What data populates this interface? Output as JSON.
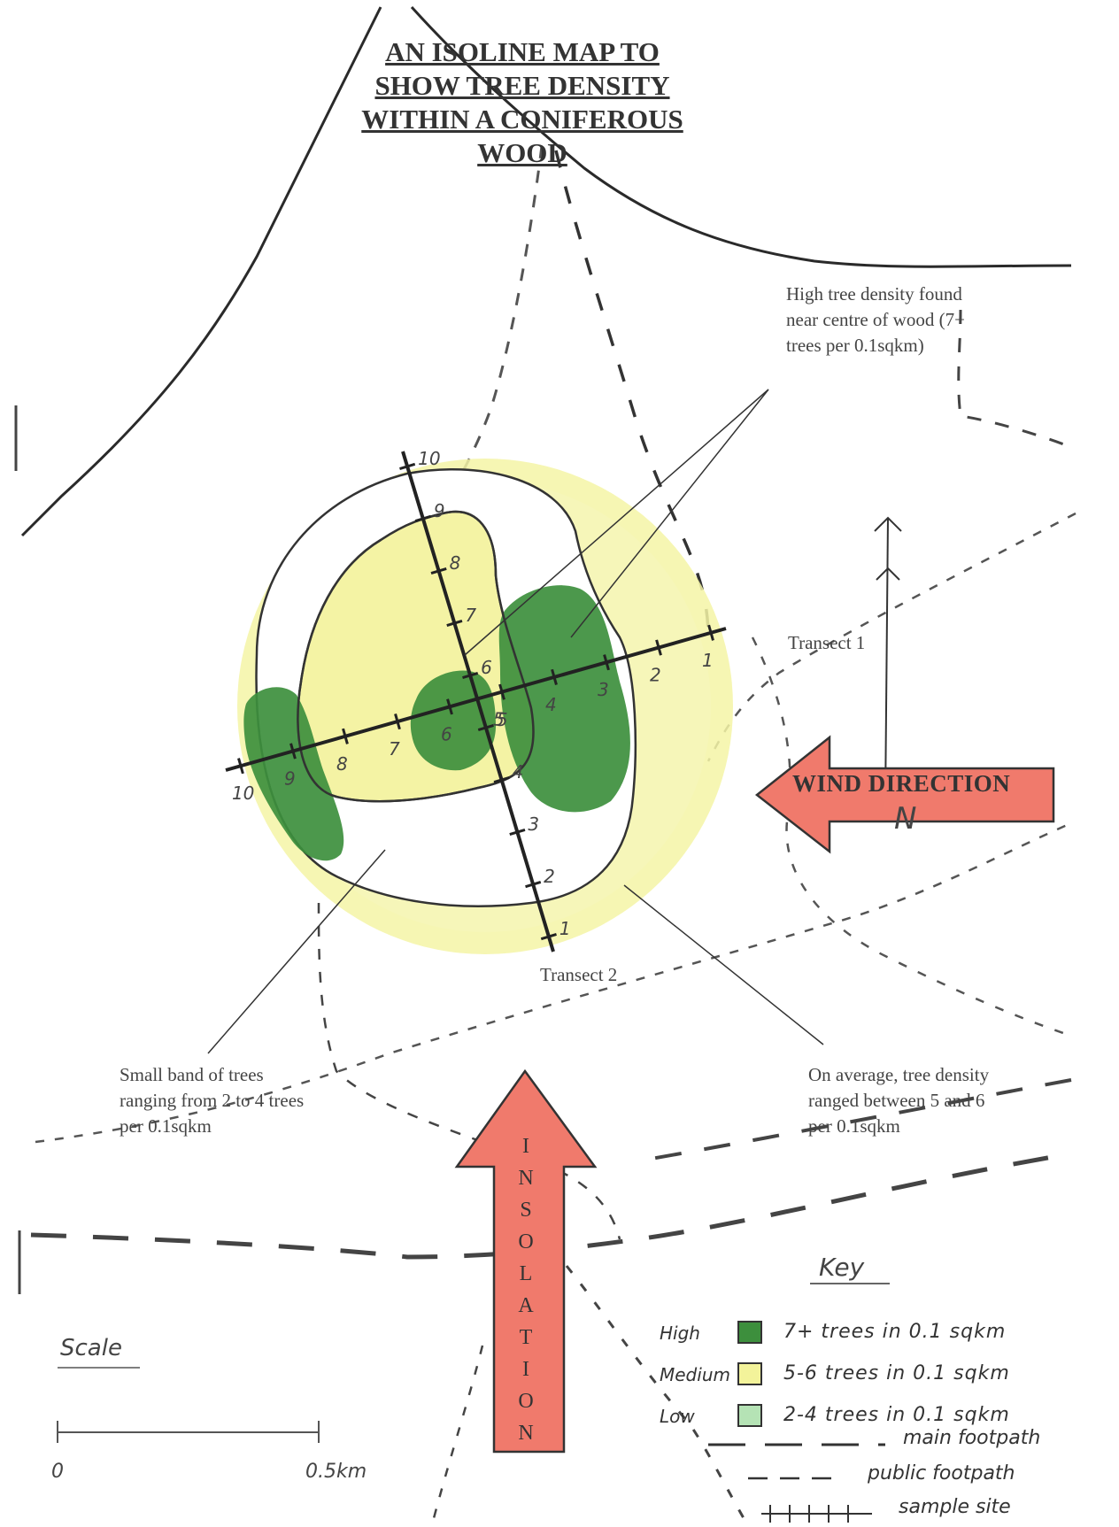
{
  "title": {
    "line1": "AN ISOLINE MAP TO",
    "line2": "SHOW TREE DENSITY",
    "line3": "WITHIN A CONIFEROUS",
    "line4": "WOOD"
  },
  "annotations": {
    "high_density": "High tree density found near centre of wood (7+ trees per 0.1sqkm)",
    "high_density_lines": [
      "High tree density found",
      "near centre of wood (7+",
      "trees per 0.1sqkm)"
    ],
    "transect1": "Transect 1",
    "transect2": "Transect 2",
    "small_band_lines": [
      "Small band of trees",
      "ranging from 2 to 4 trees",
      "per 0.1sqkm"
    ],
    "average_lines": [
      "On average, tree density",
      "ranged between 5 and 6",
      "per 0.1sqkm"
    ]
  },
  "arrows": {
    "wind": "WIND DIRECTION",
    "insolation_letters": [
      "I",
      "N",
      "S",
      "O",
      "L",
      "A",
      "T",
      "I",
      "O",
      "N"
    ]
  },
  "north": "N",
  "transect1_ticks": [
    "10",
    "9",
    "8",
    "7",
    "6",
    "5",
    "4",
    "3",
    "2",
    "1"
  ],
  "transect2_ticks": [
    "10",
    "9",
    "8",
    "7",
    "6",
    "5",
    "4",
    "3",
    "2",
    "1"
  ],
  "key": {
    "title": "Key",
    "rows": [
      {
        "level": "High",
        "desc": "7+ trees in 0.1 sqkm",
        "color": "#3d8f3d"
      },
      {
        "level": "Medium",
        "desc": "5-6 trees in 0.1 sqkm",
        "color": "#f3f39a"
      },
      {
        "level": "Low",
        "desc": "2-4 trees in 0.1 sqkm",
        "color": "#b5e3b5"
      }
    ],
    "lines": [
      {
        "desc": "main footpath"
      },
      {
        "desc": "public footpath"
      },
      {
        "desc": "sample site"
      }
    ]
  },
  "scale": {
    "label": "Scale",
    "start": "0",
    "end": "0.5km"
  },
  "colors": {
    "high": "#3d8f3d",
    "medium": "#f3f39a",
    "outer_yellow": "#f4f39b",
    "arrow": "#f07a6c",
    "ink": "#333333"
  }
}
